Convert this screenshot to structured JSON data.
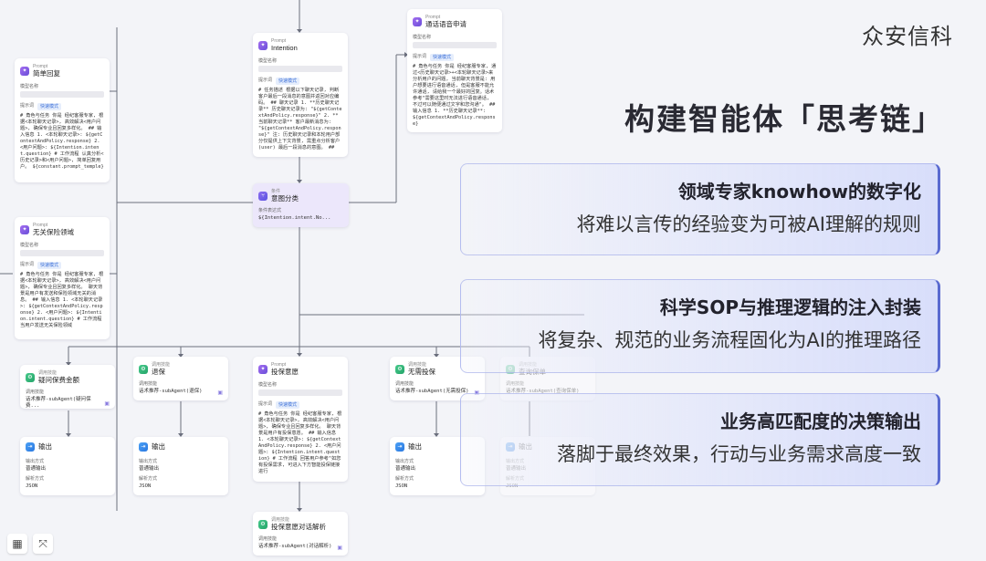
{
  "brand": {
    "logo_text": "众安信科"
  },
  "headline": "构建智能体「思考链」",
  "panels": [
    {
      "title": "领域专家knowhow的数字化",
      "subtitle": "将难以言传的经验变为可被AI理解的规则"
    },
    {
      "title": "科学SOP与推理逻辑的注入封装",
      "subtitle": "将复杂、规范的业务流程固化为AI的推理路径"
    },
    {
      "title": "业务高匹配度的决策输出",
      "subtitle": "落脚于最终效果，行动与业务需求高度一致"
    }
  ],
  "labels": {
    "prompt": "Prompt",
    "model_name": "模型名称",
    "prompt_words": "提示词",
    "fast_mode": "快速模式",
    "condition": "条件",
    "condition_expr": "条件表达式",
    "skill": "调用技能",
    "output_method": "输出方式",
    "normal_output": "普通输出",
    "parse_method": "解析方式",
    "json": "JSON",
    "output": "输出"
  },
  "nodes": {
    "intention": {
      "title": "Intention",
      "body": "# 任务描述 根据以下聊天记录, 判断客户最后一段消息的意图并返回对应编码。 ## 聊天记录 1. **历史聊天记录** 历史聊天记录为: \"${getContextAndPolicy.response}\" 2. **当前聊天记录** 客户最新消息为: \"${getContextAndPolicy.response}\" 注: 历史聊天记录和本轮用户部分仅提供上下文背景, 需重点分析客户 (user) 最后一段消息的意图。 ##"
    },
    "call_apply": {
      "title": "通话语音申请",
      "body": "# 角色与任务 你是 经纪客服专家, 通过<历史聊天记录>+<本轮聊天记录>来分析用户的问题, 当前聊天背景是: 用户想要进行语音通话, 但是客服不能允许通话, 请给我一个最好的回复。话术参考\"需要这里时无法进行语音通话, 不过可以随便通过文字和您沟通\"。 ## 输入信息 1. **历史聊天记录**: ${getContextAndPolicy.response}"
    },
    "simple_reply": {
      "title": "简单回复",
      "body": "# 角色与任务 你是 经纪客服专家, 根据<本轮聊天记录>, 高效解决<用户问题>, 确保专业且回复多样化。 ## 输入信息 1. <本轮聊天记录>: ${getContextAndPolicy.response} 2. <用户问题>: ${Intention.intent.question} # 工作流程 认真分析<历史记录>和<用户问题>, 简单回复用户。 ${constant.prompt_temple}"
    },
    "intent_classify": {
      "title": "意图分类",
      "expr": "${Intention.intent.No..."
    },
    "unrelated": {
      "title": "无关保险领域",
      "body": "# 角色与任务 你是 经纪客服专家, 根据<本轮聊天记录>, 高效解决<用户问题>, 确保专业且回复多样化。 聊天背景是用户有发送和保险领域无关的消息。 ## 输入信息 1. <本轮聊天记录>: ${getContextAndPolicy.response} 2. <用户问题>: ${Intention.intent.question} # 工作流程 当用户发送无关保险领域"
    },
    "ask_amount": {
      "title": "疑问保费金额",
      "value": "话术推荐-subAgent(疑问保费..."
    },
    "refund": {
      "title": "退保",
      "value": "话术推荐-subAgent(退保)"
    },
    "insure_intent": {
      "title": "投保意愿",
      "body": "# 角色与任务 你是 经纪客服专家, 根据<本轮聊天记录>, 高效解决<用户问题>, 确保专业且回复多样化。 聊天背景是用户有投保意愿。 ## 输入信息 1. <本轮聊天记录>: ${getContextAndPolicy.response} 2. <用户问题>: ${Intention.intent.question} # 工作流程 回答用户参考\"如您有投保需求, 可进入下方智能投保链接进行"
    },
    "no_insure": {
      "title": "无需投保",
      "value": "话术推荐-subAgent(无需投保)"
    },
    "query_policy": {
      "title": "查询保单",
      "value": "话术推荐-subAgent(查询保单)"
    },
    "insure_parse": {
      "title": "投保意愿对话解析",
      "value": "话术推荐-subAgent(对话解析)"
    }
  },
  "toolbar": {
    "fit_icon": "fit-view-icon",
    "expand_icon": "expand-icon"
  }
}
